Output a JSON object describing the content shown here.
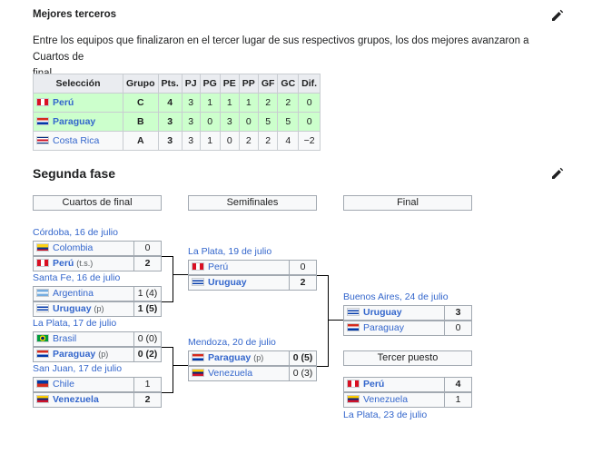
{
  "section1": {
    "title": "Mejores terceros",
    "paragraph_line1": "Entre los equipos que finalizaron en el tercer lugar de sus respectivos grupos, los dos mejores avanzaron a Cuartos de",
    "paragraph_line2": "final."
  },
  "table": {
    "headers": [
      "Selección",
      "Grupo",
      "Pts.",
      "PJ",
      "PG",
      "PE",
      "PP",
      "GF",
      "GC",
      "Dif."
    ],
    "rows": [
      {
        "team": "Perú",
        "group": "C",
        "pts": "4",
        "pj": "3",
        "pg": "1",
        "pe": "1",
        "pp": "1",
        "gf": "2",
        "gc": "2",
        "dif": "0",
        "qualified": true
      },
      {
        "team": "Paraguay",
        "group": "B",
        "pts": "3",
        "pj": "3",
        "pg": "0",
        "pe": "3",
        "pp": "0",
        "gf": "5",
        "gc": "5",
        "dif": "0",
        "qualified": true
      },
      {
        "team": "Costa Rica",
        "group": "A",
        "pts": "3",
        "pj": "3",
        "pg": "1",
        "pe": "0",
        "pp": "2",
        "gf": "2",
        "gc": "4",
        "dif": "−2",
        "qualified": false
      }
    ]
  },
  "section2": {
    "title": "Segunda fase"
  },
  "rounds": {
    "qf": "Cuartos de final",
    "sf": "Semifinales",
    "final": "Final",
    "third": "Tercer puesto"
  },
  "qf": [
    {
      "venue": "Córdoba, 16 de julio",
      "t1": "Colombia",
      "s1": "0",
      "n1": "",
      "t2": "Perú",
      "s2": "2",
      "n2": "(t.s.)"
    },
    {
      "venue": "Santa Fe, 16 de julio",
      "t1": "Argentina",
      "s1": "1 (4)",
      "n1": "",
      "t2": "Uruguay",
      "s2": "1 (5)",
      "n2": "(p)"
    },
    {
      "venue": "La Plata, 17 de julio",
      "t1": "Brasil",
      "s1": "0 (0)",
      "n1": "",
      "t2": "Paraguay",
      "s2": "0 (2)",
      "n2": "(p)"
    },
    {
      "venue": "San Juan, 17 de julio",
      "t1": "Chile",
      "s1": "1",
      "n1": "",
      "t2": "Venezuela",
      "s2": "2",
      "n2": ""
    }
  ],
  "sf": [
    {
      "venue": "La Plata, 19 de julio",
      "t1": "Perú",
      "s1": "0",
      "n1": "",
      "t2": "Uruguay",
      "s2": "2",
      "n2": ""
    },
    {
      "venue": "Mendoza, 20 de julio",
      "t1": "Paraguay",
      "s1": "0 (5)",
      "n1": "(p)",
      "t2": "Venezuela",
      "s2": "0 (3)",
      "n2": ""
    }
  ],
  "final": {
    "venue": "Buenos Aires, 24 de julio",
    "t1": "Uruguay",
    "s1": "3",
    "t2": "Paraguay",
    "s2": "0"
  },
  "third": {
    "venue": "La Plata, 23 de julio",
    "t1": "Perú",
    "s1": "4",
    "t2": "Venezuela",
    "s2": "1"
  },
  "colors": {
    "link": "#3366cc",
    "qualified_bg": "#ccffcc",
    "header_bg": "#eaecf0",
    "border": "#a2a9b1"
  },
  "icons": {
    "edit": "pencil-icon"
  }
}
